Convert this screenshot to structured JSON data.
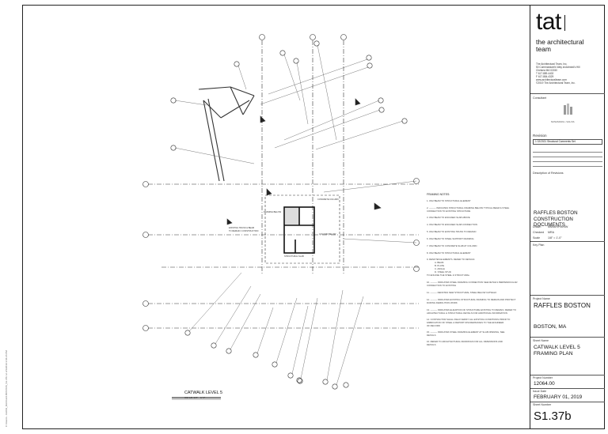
{
  "drawing": {
    "view_title": "CATWALK LEVEL 5",
    "view_scale": "SCALE: 1/8\" = 1'-0\""
  },
  "titleblock": {
    "logo_text": "tat",
    "firm_name": "the architectural team",
    "firm_address": [
      "The Architectural Team, Inc.",
      "50 Commandant's Way at Admiral's Hill",
      "Chelsea MA 02150",
      "T 617.889.4402",
      "F 617.884.4329",
      "www.architecturalteam.com",
      "©2019 The Architectural Team, Inc."
    ],
    "consultant_label": "Consultant",
    "consultant_name": "McNAMARA • SALVIA",
    "revision_label": "Revision",
    "revision_entry": "1  02/2021  Structural Comments Set",
    "description_label": "Description of Revisions",
    "set_title_1": "RAFFLES BOSTON",
    "set_title_2": "CONSTRUCTION DOCUMENTS",
    "drawn_label": "Drawn",
    "drawn_value": "MM/AH/PM/NW",
    "checked_label": "Checked",
    "checked_value": "MRA",
    "scale_label": "Scale",
    "scale_value": "1/8\" = 1'-0\"",
    "keyplan_label": "Key Plan",
    "project_label": "Project Name",
    "project_name": "RAFFLES BOSTON",
    "location": "BOSTON, MA",
    "sheet_name_label": "Sheet Name",
    "sheet_name_1": "CATWALK LEVEL 5",
    "sheet_name_2": "FRAMING PLAN",
    "project_number_label": "Project Number",
    "project_number": "12064.00",
    "issue_date_label": "Issue Date",
    "issue_date": "FEBRUARY 01, 2019",
    "sheet_number_label": "Sheet Number",
    "sheet_number": "S1.37b"
  },
  "side_stamp": "C:\\Users\\...\\12064_RAFFLES BOSTON_S1.37b.rvt  2/1/2019 3:04:26 PM"
}
